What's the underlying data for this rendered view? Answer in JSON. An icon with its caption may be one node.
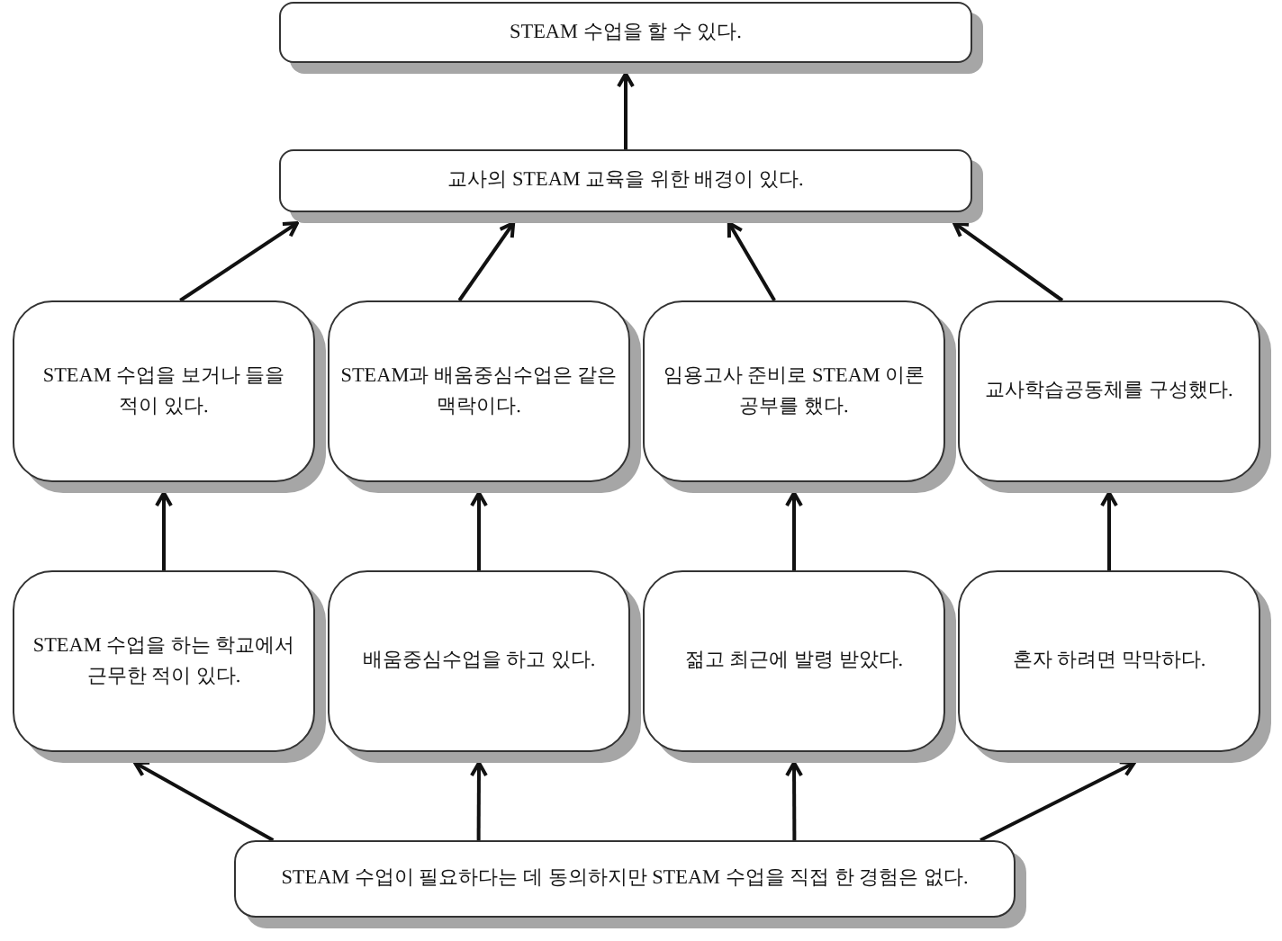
{
  "diagram": {
    "nodes": [
      {
        "text": [
          "STEAM 수업을 할 수 있다."
        ]
      },
      {
        "text": [
          "교사의 STEAM 교육을 위한 배경이 있다."
        ]
      },
      {
        "text": [
          "STEAM 수업을 보거나 들을 적이 있다."
        ]
      },
      {
        "text": [
          "STEAM과 배움중심수업은 같은 맥락이다."
        ]
      },
      {
        "text": [
          "임용고사 준비로 STEAM 이론 공부를 했다."
        ]
      },
      {
        "text": [
          "교사학습공동체를 구성했다."
        ]
      },
      {
        "text": [
          "STEAM 수업을 하는 학교에서 근무한 적이 있다."
        ]
      },
      {
        "text": [
          "배움중심수업을 하고 있다."
        ]
      },
      {
        "text": [
          "젊고 최근에 발령 받았다."
        ]
      },
      {
        "text": [
          "혼자 하려면 막막하다."
        ]
      },
      {
        "text": [
          "STEAM 수업이 필요하다는 데 동의하지만 STEAM 수업을 직접 한 경험은 없다."
        ]
      }
    ],
    "edges": [
      {
        "from": 10,
        "to": 6,
        "arrow": "to"
      },
      {
        "from": 10,
        "to": 7,
        "arrow": "to"
      },
      {
        "from": 10,
        "to": 8,
        "arrow": "to"
      },
      {
        "from": 10,
        "to": 9,
        "arrow": "to"
      },
      {
        "from": 6,
        "to": 2,
        "arrow": "to"
      },
      {
        "from": 7,
        "to": 3,
        "arrow": "to"
      },
      {
        "from": 8,
        "to": 4,
        "arrow": "to"
      },
      {
        "from": 9,
        "to": 5,
        "arrow": "to"
      },
      {
        "from": 2,
        "to": 1,
        "arrow": "to"
      },
      {
        "from": 3,
        "to": 1,
        "arrow": "to"
      },
      {
        "from": 4,
        "to": 1,
        "arrow": "to"
      },
      {
        "from": 5,
        "to": 1,
        "arrow": "to"
      },
      {
        "from": 1,
        "to": 0,
        "arrow": "to"
      }
    ]
  }
}
